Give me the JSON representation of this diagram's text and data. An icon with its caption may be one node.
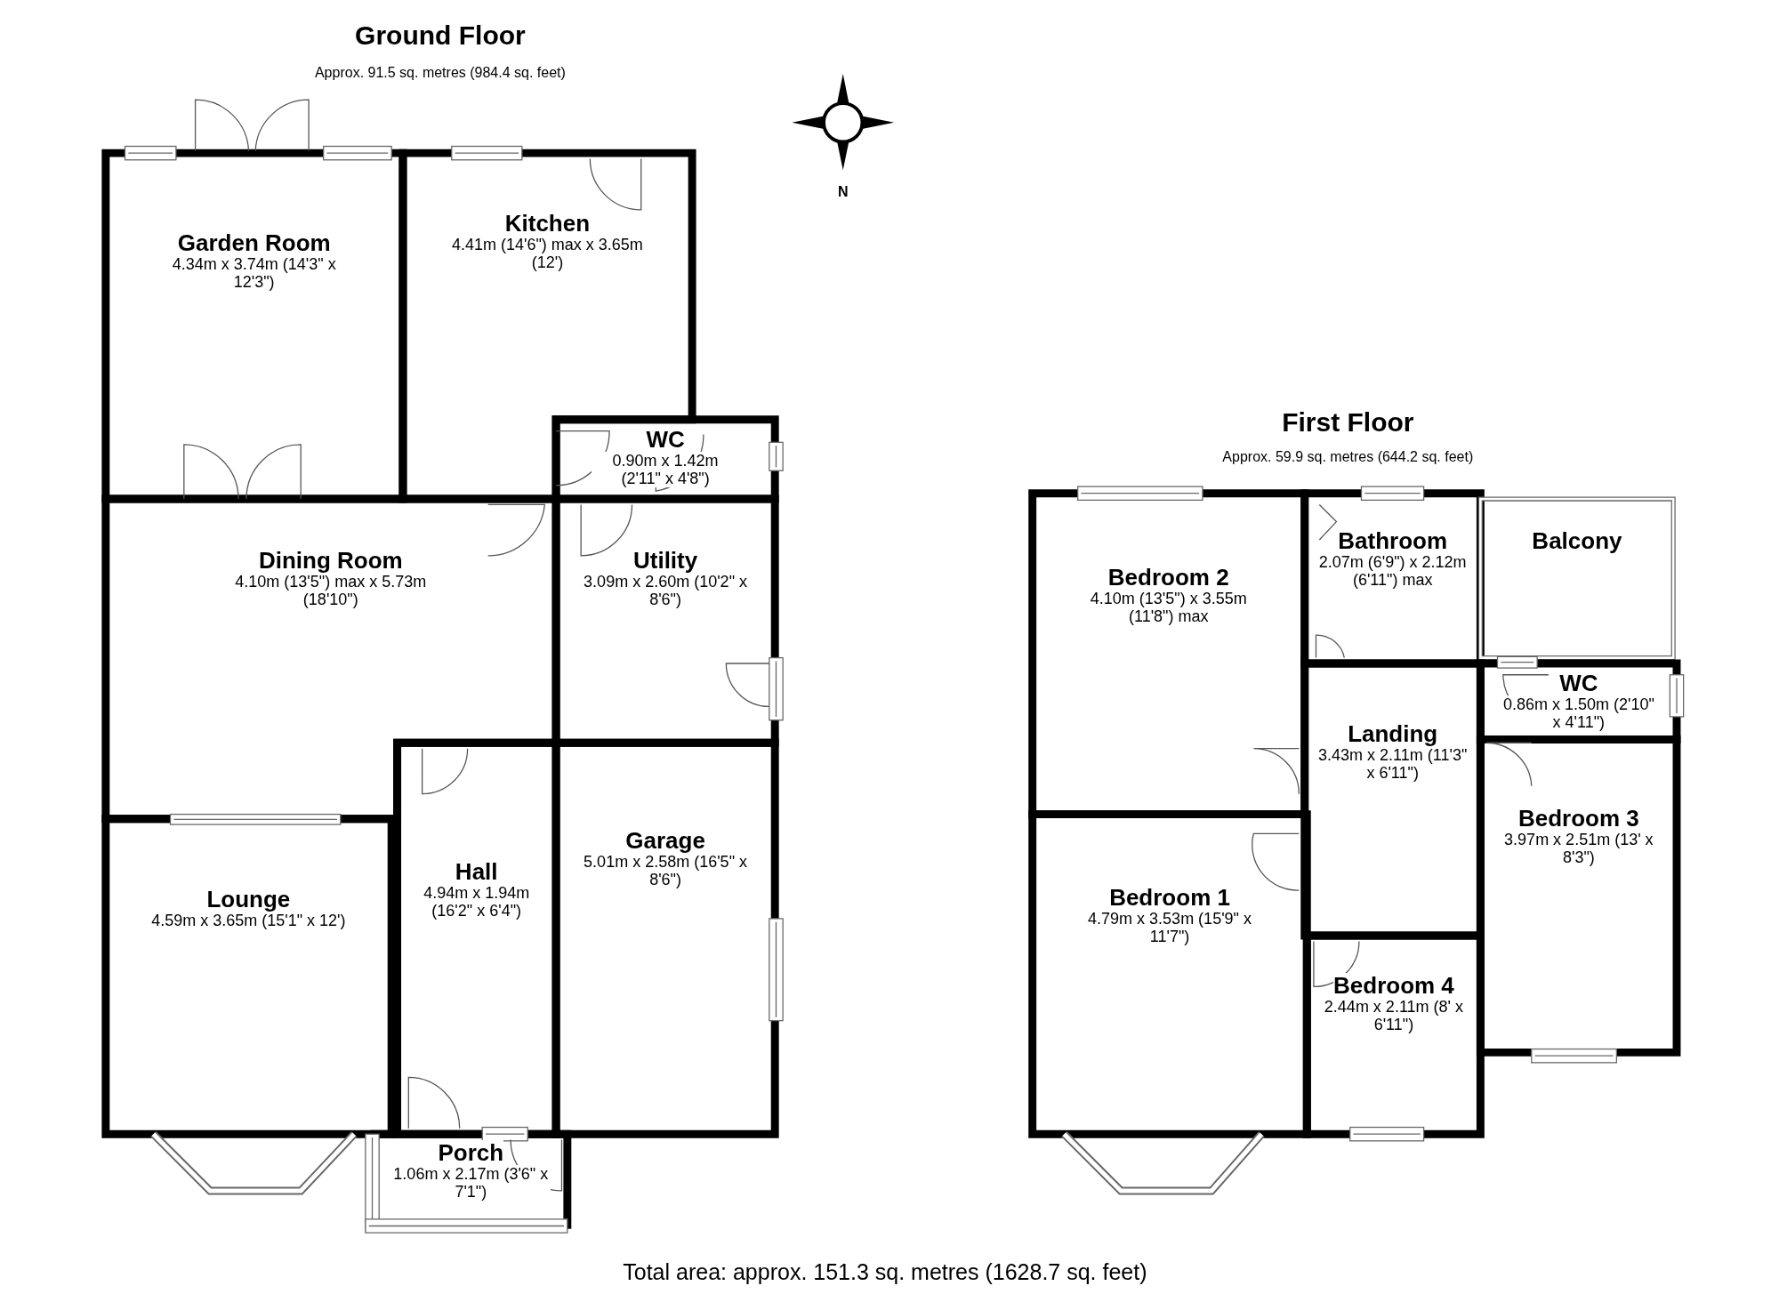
{
  "diagram": {
    "caption": "Total area: approx. 151.3 sq. metres (1628.7 sq. feet)",
    "nodes": [
      {
        "text": [
          "Garden Room",
          "4.34m x 3.74m (14'3\" x 12'3\")"
        ]
      },
      {
        "text": [
          "Kitchen",
          "4.41m (14'6\") max x 3.65m (12')"
        ]
      },
      {
        "text": [
          "WC",
          "0.90m x 1.42m (2'11\" x 4'8\")"
        ]
      },
      {
        "text": [
          "Dining Room",
          "4.10m (13'5\") max x 5.73m (18'10\")"
        ]
      },
      {
        "text": [
          "Utility",
          "3.09m x 2.60m (10'2\" x 8'6\")"
        ]
      },
      {
        "text": [
          "Lounge",
          "4.59m x 3.65m (15'1\" x 12')"
        ]
      },
      {
        "text": [
          "Hall",
          "4.94m x 1.94m (16'2\" x 6'4\")"
        ]
      },
      {
        "text": [
          "Garage",
          "5.01m x 2.58m (16'5\" x 8'6\")"
        ]
      },
      {
        "text": [
          "Porch",
          "1.06m x 2.17m (3'6\" x 7'1\")"
        ]
      },
      {
        "text": [
          "Bedroom 2",
          "4.10m (13'5\") x 3.55m (11'8\") max"
        ]
      },
      {
        "text": [
          "Bathroom",
          "2.07m (6'9\") x 2.12m (6'11\") max"
        ]
      },
      {
        "text": [
          "Balcony"
        ]
      },
      {
        "text": [
          "Landing",
          "3.43m x 2.11m (11'3\" x 6'11\")"
        ]
      },
      {
        "text": [
          "WC",
          "0.86m x 1.50m (2'10\" x 4'11\")"
        ]
      },
      {
        "text": [
          "Bedroom 3",
          "3.97m x 2.51m (13' x 8'3\")"
        ]
      },
      {
        "text": [
          "Bedroom 1",
          "4.79m x 3.53m (15'9\" x 11'7\")"
        ]
      },
      {
        "text": [
          "Bedroom 4",
          "2.44m x 2.11m (8' x 6'11\")"
        ]
      }
    ],
    "labels": [
      "Ground Floor",
      "Approx. 91.5 sq. metres (984.4 sq. feet)",
      "N",
      "First Floor",
      "Approx. 59.9 sq. metres (644.2 sq. feet)"
    ]
  }
}
